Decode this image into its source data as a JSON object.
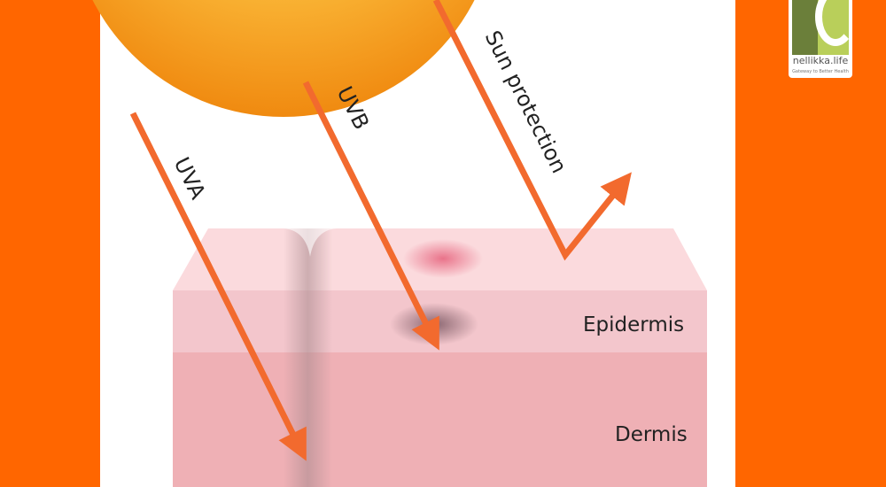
{
  "labels": {
    "uva": "UVA",
    "uvb": "UVB",
    "sun_protection": "Sun protection",
    "epidermis": "Epidermis",
    "dermis": "Dermis"
  },
  "logo": {
    "name": "nellikka.life",
    "tagline": "Gateway to Better Health"
  },
  "colors": {
    "background": "#ff6600",
    "arrow": "#f26a2e",
    "sun": "#f7a21b",
    "epidermis": "#f3c6cc",
    "dermis": "#efb0b5"
  }
}
